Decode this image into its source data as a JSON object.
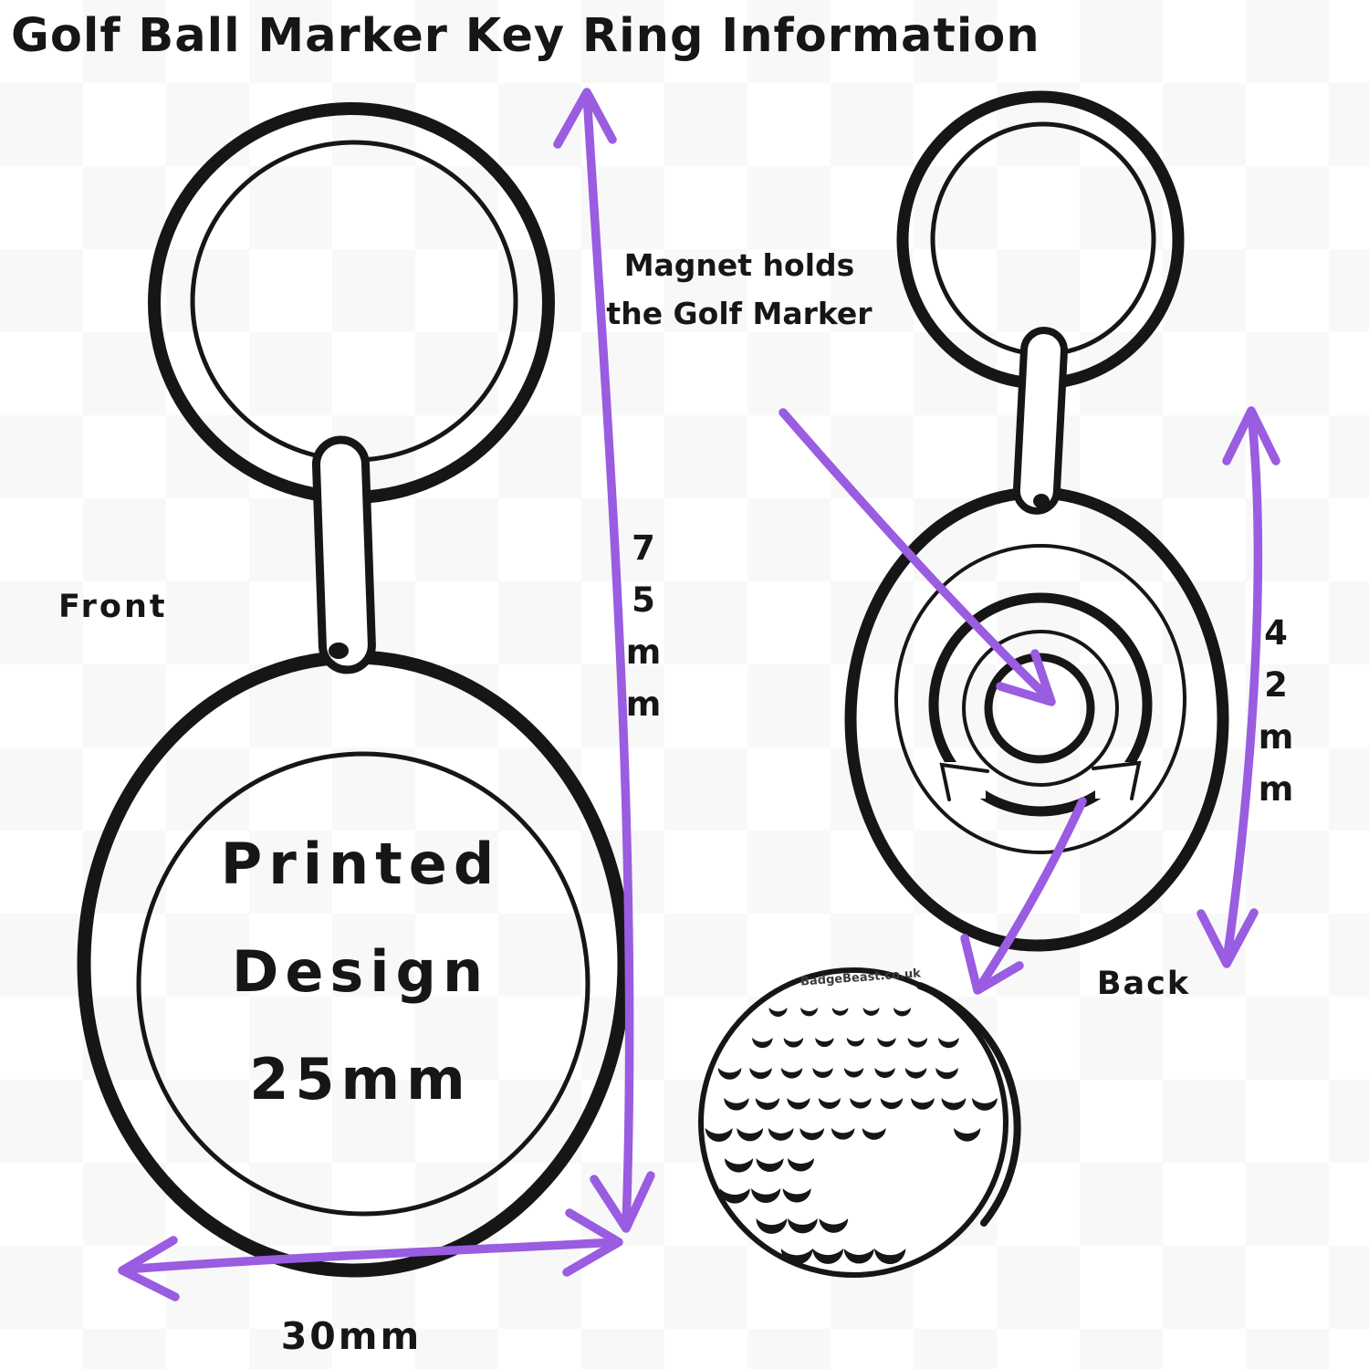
{
  "title": "Golf Ball Marker Key Ring Information",
  "front": {
    "label": "Front",
    "printed_design": {
      "line1": "Printed",
      "line2": "Design",
      "line3": "25mm"
    }
  },
  "back": {
    "label": "Back",
    "magnet_note_line1": "Magnet holds",
    "magnet_note_line2": "the Golf Marker"
  },
  "dimensions": {
    "front_height": {
      "value": "75mm",
      "chars": [
        "7",
        "5",
        "m",
        "m"
      ]
    },
    "front_width": {
      "value": "30mm"
    },
    "back_height": {
      "value": "42mm",
      "chars": [
        "4",
        "2",
        "m",
        "m"
      ]
    },
    "printed_area": {
      "value": "25mm"
    }
  },
  "golf_ball": {
    "watermark": "BadgeBeast.co.uk"
  },
  "colors": {
    "arrow": "#9a5ce0",
    "ink": "#161616"
  }
}
